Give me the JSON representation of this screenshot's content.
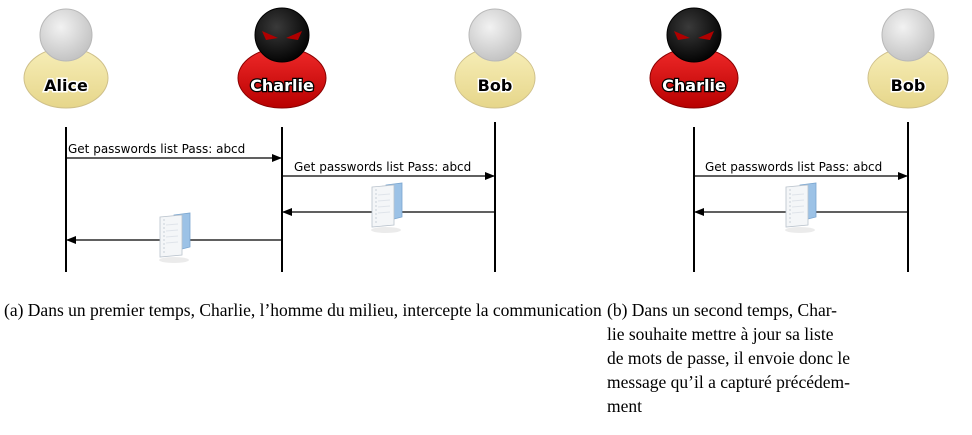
{
  "panel_a": {
    "actors": {
      "alice": "Alice",
      "charlie": "Charlie",
      "bob": "Bob"
    },
    "messages": {
      "alice_to_charlie": "Get passwords list Pass: abcd",
      "charlie_to_bob": "Get passwords list Pass: abcd"
    },
    "caption": "(a) Dans un premier temps, Charlie, l’homme du milieu, intercepte la communication"
  },
  "panel_b": {
    "actors": {
      "charlie": "Charlie",
      "bob": "Bob"
    },
    "messages": {
      "charlie_to_bob": "Get passwords list Pass: abcd"
    },
    "caption_lines": [
      "(b) Dans un second temps, Char-",
      "lie souhaite mettre à jour sa liste",
      "de mots de passe, il envoie donc le",
      "message qu’il a capturé précédem-",
      "ment"
    ]
  },
  "colors": {
    "alice_body": "#f0e3a0",
    "charlie_body": "#dd1111",
    "charlie_head": "#151515",
    "bob_body": "#f0e3a0",
    "head_grey": "#d8d8d8",
    "document_blue": "#9cc2e6"
  },
  "icons": {
    "actor": "person-icon",
    "attacker": "masked-attacker-icon",
    "payload": "document-icon"
  }
}
